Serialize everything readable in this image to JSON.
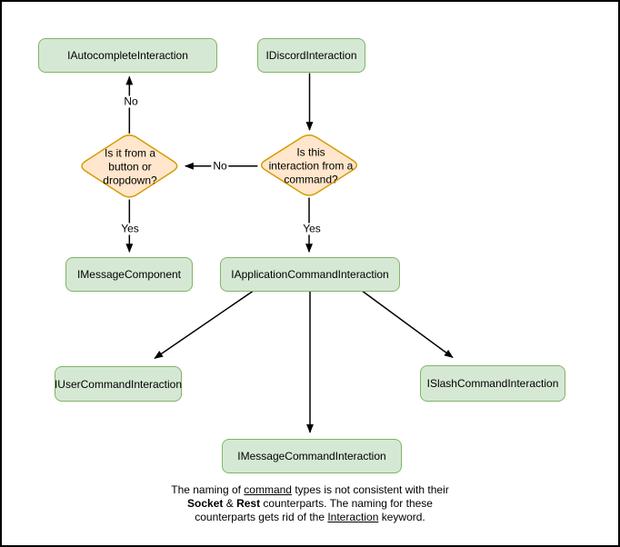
{
  "diagram": {
    "nodes": {
      "autocomplete": {
        "label": "IAutocompleteInteraction"
      },
      "discord": {
        "label": "IDiscordInteraction"
      },
      "message_component": {
        "label": "IMessageComponent"
      },
      "application_command": {
        "label": "IApplicationCommandInteraction"
      },
      "user_command": {
        "label": "IUserCommandInteraction"
      },
      "slash_command": {
        "label": "ISlashCommandInteraction"
      },
      "message_command": {
        "label": "IMessageCommandInteraction"
      }
    },
    "decisions": {
      "button_dropdown": {
        "lines": [
          "Is it from a",
          "button or",
          "dropdown?"
        ]
      },
      "from_command": {
        "lines": [
          "Is this",
          "interaction from a",
          "command?"
        ]
      }
    },
    "edge_labels": {
      "no_top": "No",
      "no_mid": "No",
      "yes_left": "Yes",
      "yes_right": "Yes"
    },
    "colors": {
      "node_fill": "#d5e8d4",
      "node_border": "#82b366",
      "decision_fill": "#ffe6cc",
      "decision_border": "#d79b00",
      "line": "#000000",
      "frame_border": "#000000",
      "background": "#ffffff"
    },
    "note_lines": [
      [
        {
          "text": "The naming of "
        },
        {
          "text": "command",
          "underline": true
        },
        {
          "text": " types is not consistent with their"
        }
      ],
      [
        {
          "text": "Socket",
          "bold": true
        },
        {
          "text": " & "
        },
        {
          "text": "Rest",
          "bold": true
        },
        {
          "text": " counterparts. The naming for these"
        }
      ],
      [
        {
          "text": "counterparts gets rid of the "
        },
        {
          "text": "Interaction",
          "underline": true
        },
        {
          "text": " keyword."
        }
      ]
    ]
  }
}
